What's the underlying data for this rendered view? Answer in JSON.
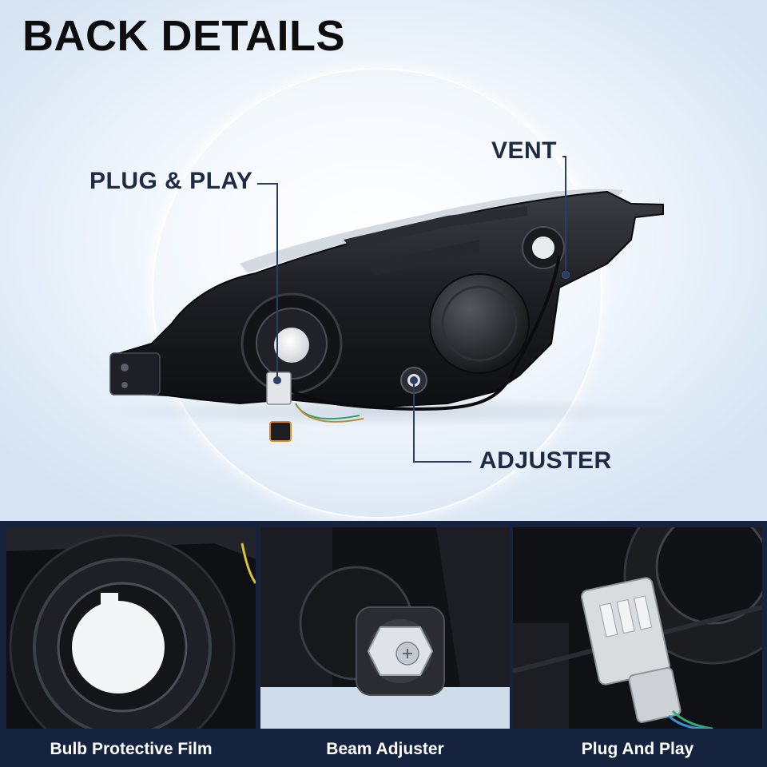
{
  "title": "BACK DETAILS",
  "callouts": {
    "plug_and_play": "PLUG & PLAY",
    "vent": "VENT",
    "adjuster": "ADJUSTER"
  },
  "details": [
    {
      "caption": "Bulb Protective Film"
    },
    {
      "caption": "Beam Adjuster"
    },
    {
      "caption": "Plug And Play"
    }
  ],
  "colors": {
    "callout_text": "#1f2a44",
    "leader_line": "#2c3e66",
    "strip_background": "#15233e",
    "caption_text": "#ffffff"
  }
}
